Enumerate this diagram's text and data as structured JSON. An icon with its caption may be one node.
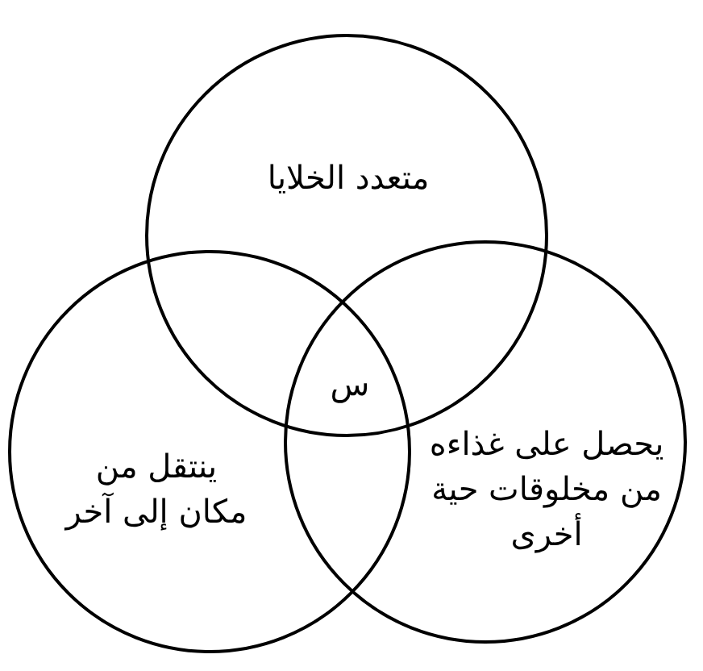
{
  "diagram": {
    "nodes": [
      {
        "text": [
          "متعدد الخلايا"
        ]
      },
      {
        "text": [
          "ينتقل من مكان إلى آخر"
        ]
      },
      {
        "text": [
          "يحصل على غذاءه من مخلوقات حية أخرى"
        ]
      }
    ],
    "labels": [
      "س"
    ]
  }
}
